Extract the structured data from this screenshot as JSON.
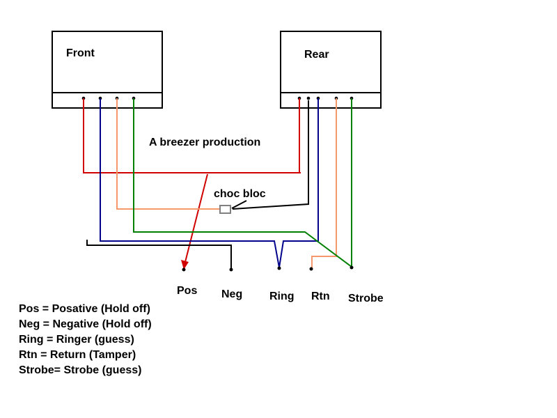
{
  "diagram_title": "A breezer production",
  "boxes": [
    {
      "label": "Front"
    },
    {
      "label": "Rear"
    }
  ],
  "choc_bloc": {
    "label": "choc bloc"
  },
  "terminals": [
    {
      "label": "Pos"
    },
    {
      "label": "Neg"
    },
    {
      "label": "Ring"
    },
    {
      "label": "Rtn"
    },
    {
      "label": "Strobe"
    }
  ],
  "legend": {
    "lines": [
      "Pos = Posative (Hold off)",
      "Neg = Negative (Hold off)",
      "Ring = Ringer (guess)",
      "Rtn = Return (Tamper)",
      "Strobe= Strobe (guess)"
    ]
  },
  "colors": {
    "wire_red": "#d10000",
    "wire_blue": "#00008b",
    "wire_orange": "#f7986a",
    "wire_green": "#008000",
    "wire_black": "#000000",
    "choc_bloc_gray": "#808080",
    "background": "#ffffff"
  }
}
